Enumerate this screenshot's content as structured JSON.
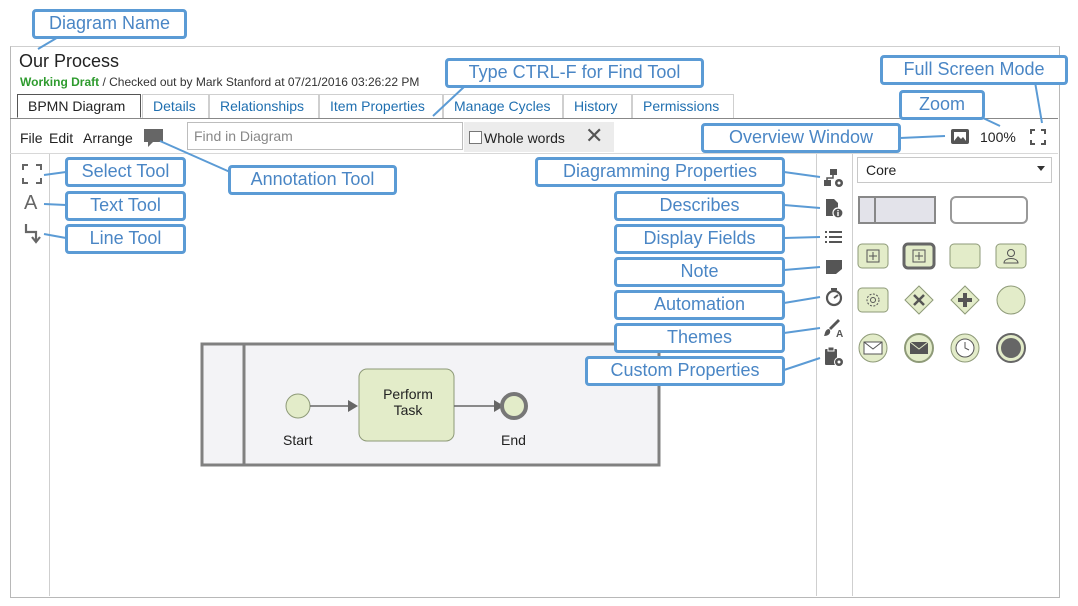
{
  "header": {
    "diagram_name": "Our Process",
    "status": "Working Draft",
    "checkout": " / Checked out by Mark Stanford at 07/21/2016 03:26:22 PM"
  },
  "tabs": [
    "BPMN Diagram",
    "Details",
    "Relationships",
    "Item Properties",
    "Manage Cycles",
    "History",
    "Permissions"
  ],
  "menu": [
    "File",
    "Edit",
    "Arrange"
  ],
  "find": {
    "placeholder": "Find in Diagram",
    "whole_words": "Whole words"
  },
  "zoom": "100%",
  "palette": {
    "selected": "Core"
  },
  "diagram": {
    "task": "Perform Task",
    "task_line1": "Perform",
    "task_line2": "Task",
    "start": "Start",
    "end": "End"
  },
  "callouts": {
    "diagram_name": "Diagram Name",
    "find_tool": "Type CTRL-F for Find Tool",
    "full_screen": "Full Screen Mode",
    "zoom": "Zoom",
    "overview": "Overview Window",
    "select_tool": "Select Tool",
    "text_tool": "Text Tool",
    "line_tool": "Line Tool",
    "annotation_tool": "Annotation Tool",
    "diagramming_properties": "Diagramming Properties",
    "describes": "Describes",
    "display_fields": "Display Fields",
    "note": "Note",
    "automation": "Automation",
    "themes": "Themes",
    "custom_properties": "Custom Properties"
  },
  "colors": {
    "accent": "#5b9bd5",
    "status_green": "#2e9b2e",
    "task_fill": "#e3ecc9",
    "link": "#1f6fb0"
  }
}
